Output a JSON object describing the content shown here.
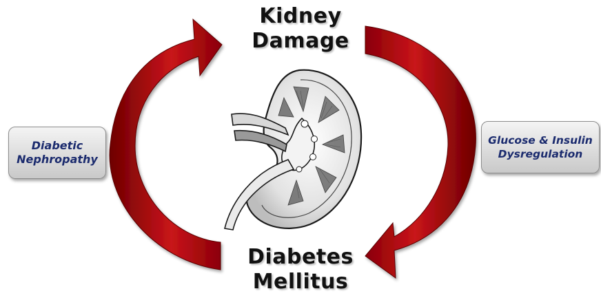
{
  "nodes": {
    "top": {
      "line1": "Kidney",
      "line2": "Damage"
    },
    "bottom": {
      "line1": "Diabetes",
      "line2": "Mellitus"
    }
  },
  "side_labels": {
    "left": {
      "line1": "Diabetic",
      "line2": "Nephropathy"
    },
    "right": {
      "line1": "Glucose & Insulin",
      "line2": "Dysregulation"
    }
  },
  "colors": {
    "arrow_dark": "#7a0000",
    "arrow_light": "#c8141a",
    "label_text": "#1b2b6e",
    "box_border": "#8c8c8c"
  },
  "icons": {
    "center": "kidney-illustration",
    "arrows": "curved-arrow"
  }
}
